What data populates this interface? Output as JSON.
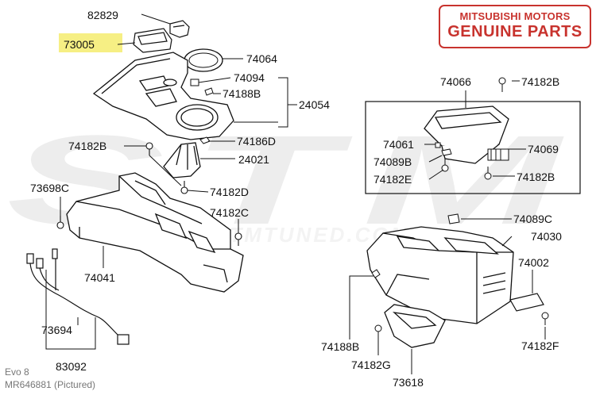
{
  "badge": {
    "line1": "MITSUBISHI MOTORS",
    "line2": "GENUINE PARTS",
    "color": "#c8332e"
  },
  "highlight": {
    "part": "73005",
    "color": "#f6ef84"
  },
  "watermark": {
    "big": "STM",
    "small": "STMTUNED.COM",
    "color": "#ebebeb"
  },
  "footer": {
    "model": "Evo 8",
    "part_number": "MR646881  (Pictured)"
  },
  "callouts": [
    "82829",
    "73005",
    "74064",
    "74094",
    "74188B",
    "24054",
    "74186D",
    "74182B",
    "24021",
    "73698C",
    "74182D",
    "74182C",
    "74041",
    "73694",
    "83092",
    "74066",
    "74182B",
    "74061",
    "74069",
    "74089B",
    "74182E",
    "74182B",
    "74089C",
    "74030",
    "74002",
    "74182F",
    "74188B",
    "74182G",
    "73618"
  ]
}
